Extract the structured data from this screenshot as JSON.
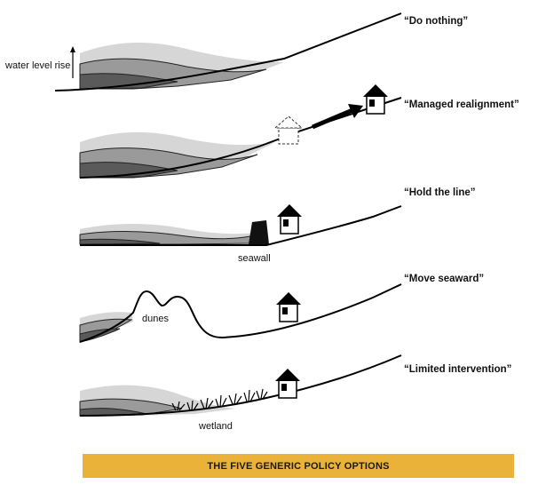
{
  "water_level_label": "water level rise",
  "options": [
    {
      "label": "“Do nothing”"
    },
    {
      "label": "“Managed realignment”"
    },
    {
      "label": "“Hold the line”",
      "annotation": "seawall"
    },
    {
      "label": "“Move seaward”",
      "annotation": "dunes"
    },
    {
      "label": "“Limited intervention”",
      "annotation": "wetland"
    }
  ],
  "footer": {
    "title": "THE FIVE GENERIC POLICY OPTIONS"
  },
  "colors": {
    "banner": "#ebb23a",
    "sea_dark": "#5a5a5a",
    "sea_mid": "#9a9a9a",
    "sea_light": "#d6d6d6",
    "land_line": "#000000"
  }
}
